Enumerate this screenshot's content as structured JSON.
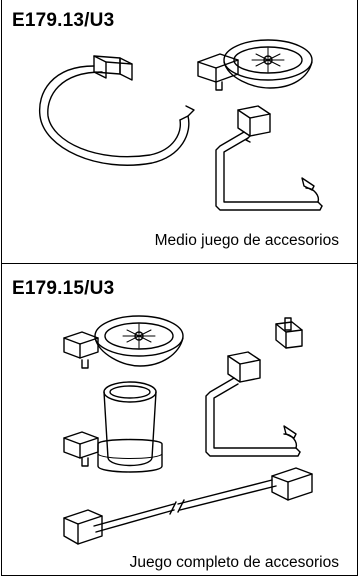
{
  "sections": [
    {
      "code": "E179.13/U3",
      "caption": "Medio juego de accesorios",
      "items": [
        "towel-ring",
        "soap-dish",
        "toilet-paper-holder"
      ]
    },
    {
      "code": "E179.15/U3",
      "caption": "Juego completo de accesorios",
      "items": [
        "soap-dish",
        "robe-hook",
        "toilet-paper-holder",
        "tumbler-holder",
        "towel-bar"
      ]
    }
  ]
}
